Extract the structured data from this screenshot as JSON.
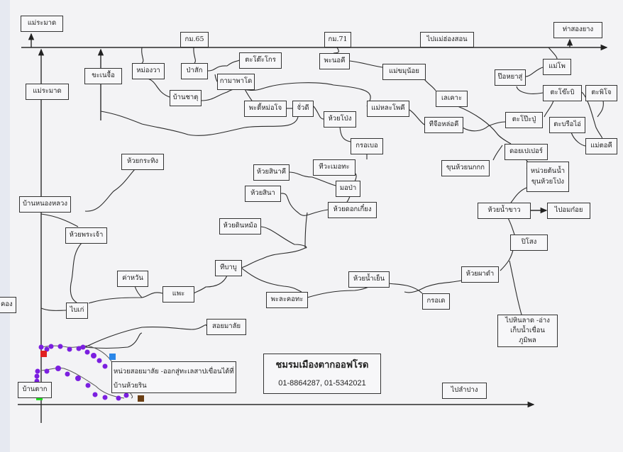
{
  "title_box": {
    "name": "ชมรมเมืองตากออฟโรด",
    "phone": "01-8864287, 01-5342021"
  },
  "places": {
    "mae_ramat_top": "แม่ระมาด",
    "km65": "กม.65",
    "km71": "กม.71",
    "to_mae_hong_son": "ไปแม่ฮ่องสอน",
    "tha_song_yang": "ท่าสองยาง",
    "mae_ramat_left": "แม่ระมาด",
    "khane_chue": "ขะเนจื้อ",
    "mong_wa": "หม่องวา",
    "pa_sak": "ป่าสัก",
    "ta_to_kro": "ตะโต๊ะโกร",
    "kama_pha_do": "กามาพาโด",
    "ban_that": "บ้านชาตุ",
    "pha_ti_mo_jo": "พะตี้หม่อโจ",
    "jua_di": "จั่วดี",
    "pha_no_khi": "พะนอคี",
    "mae_khamu_noi": "แม่ขมุน้อย",
    "le_kho": "เลเคาะ",
    "mae_la_pho_khi": "แม่หละโพคี",
    "huai_pong": "ห้วยโป่ง",
    "thi_chue_lo_khi": "ทีจือหล่อคี",
    "mae_pho": "แม่โพ",
    "po_ya_su": "ป๊อหยาสู่",
    "ta_kho_bi": "ตะโข๊ะบิ",
    "ta_phi_jo": "ตะพิโจ",
    "ta_po_pu": "ตะโป๊ะปู่",
    "ta_brue_ai": "ตะบรือไอ่",
    "mae_to_khi": "แม่ตอคี",
    "kro_boe": "กรอเบอ",
    "doi_pepper": "ดอยเปเปอร์",
    "khun_huai_nok_kok": "ขุนห้วยนกกก",
    "watershed_unit": "หน่วยต้นน้ำ ขุนห้วยโป่ง",
    "huai_nam_khao": "ห้วยน้ำขาว",
    "to_omkoi": "ไปอมก๋อย",
    "huai_krathing": "ห้วยกระทิง",
    "thi_wa_moe_tha": "ทีวะเมอทะ",
    "huai_sina_khi": "ห้วยสินาคี",
    "mo_pa": "มอป่า",
    "huai_sina": "ห้วยสินา",
    "huai_dok_kiang": "ห้วยดอกเกี๋ยง",
    "ban_nong_luang": "บ้านหนองหลวง",
    "huai_din_mo": "ห้วยดินหม้อ",
    "huai_phra_chao": "ห้วยพระเจ้า",
    "pi_song": "ปิโสง",
    "thi_ba_bu": "ทีบาบู",
    "kha_wan": "ค่าหวัน",
    "phae": "แพะ",
    "huai_nam_yen": "ห้วยน้ำเย็น",
    "huai_pha_dam": "ห้วยผาดำ",
    "kro_de": "กรอเด",
    "pha_la_kho_tha": "พะละคอทะ",
    "khong_partial": "คอง",
    "bai_kao": "ไบเก่",
    "to_hin_lat": "ไปหินลาด -อ่างเก็บน้ำเขื่อนภูมิพล",
    "soi_malai": "สอยมาลัย",
    "ban_tak": "บ้านตาก",
    "to_lampang": "ไปลำปาง"
  },
  "note": "หน่วยสอยมาลัย -ออกสู่ทะเลสาปเขื่อนได้ที่บ้านห้วยริน",
  "markers": {
    "red": "#e02020",
    "blue": "#2a86e8",
    "green": "#22e022",
    "brown": "#6b3f14",
    "route": "#7b1fe0"
  }
}
